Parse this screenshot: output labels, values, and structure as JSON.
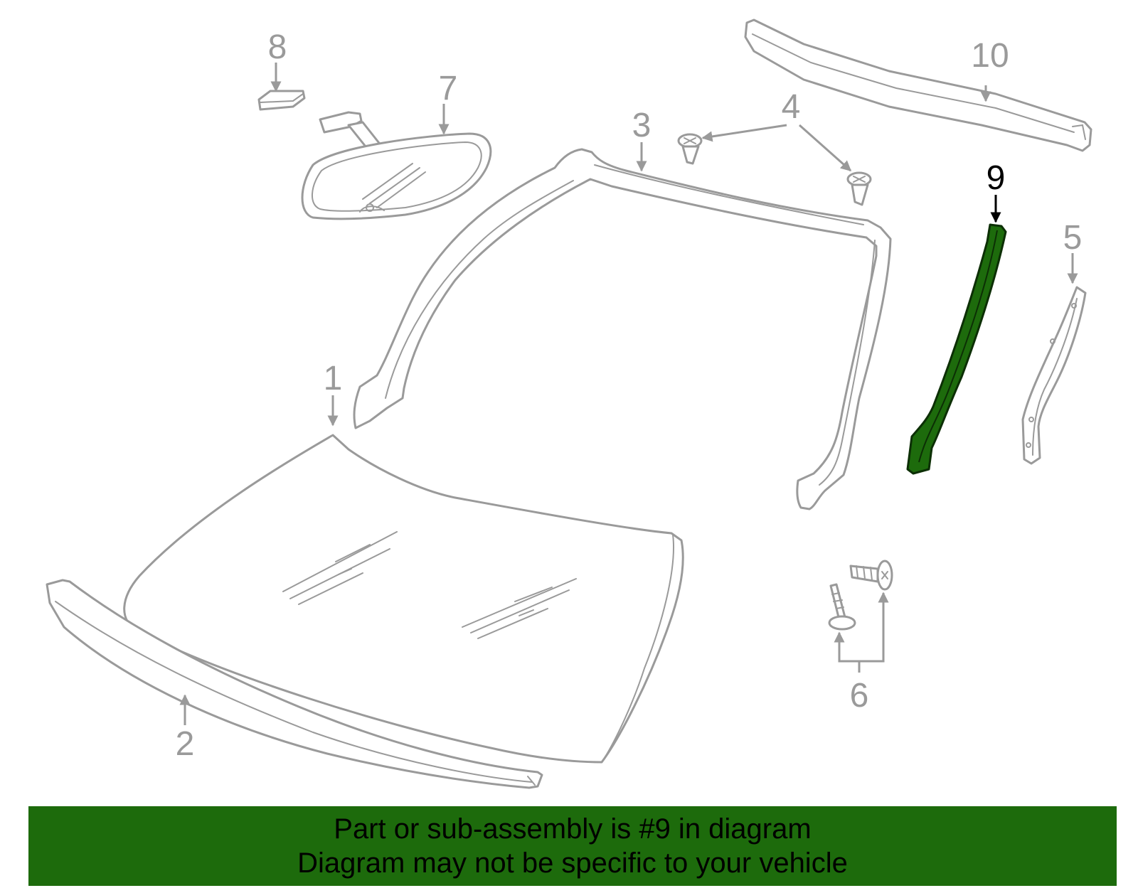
{
  "colors": {
    "line_art": "#9a9a9a",
    "highlight_part": "#1d6b0c",
    "highlight_outline": "#0c2f05",
    "banner_background": "#1d6b0c",
    "banner_text": "#000000",
    "background": "#ffffff"
  },
  "callouts": {
    "c1": "1",
    "c2": "2",
    "c3": "3",
    "c4": "4",
    "c5": "5",
    "c6": "6",
    "c7": "7",
    "c8": "8",
    "c9": "9",
    "c10": "10"
  },
  "highlighted_callout": "9",
  "banner": {
    "line1": "Part or sub-assembly is #9 in diagram",
    "line2": "Diagram may not be specific to your vehicle"
  }
}
